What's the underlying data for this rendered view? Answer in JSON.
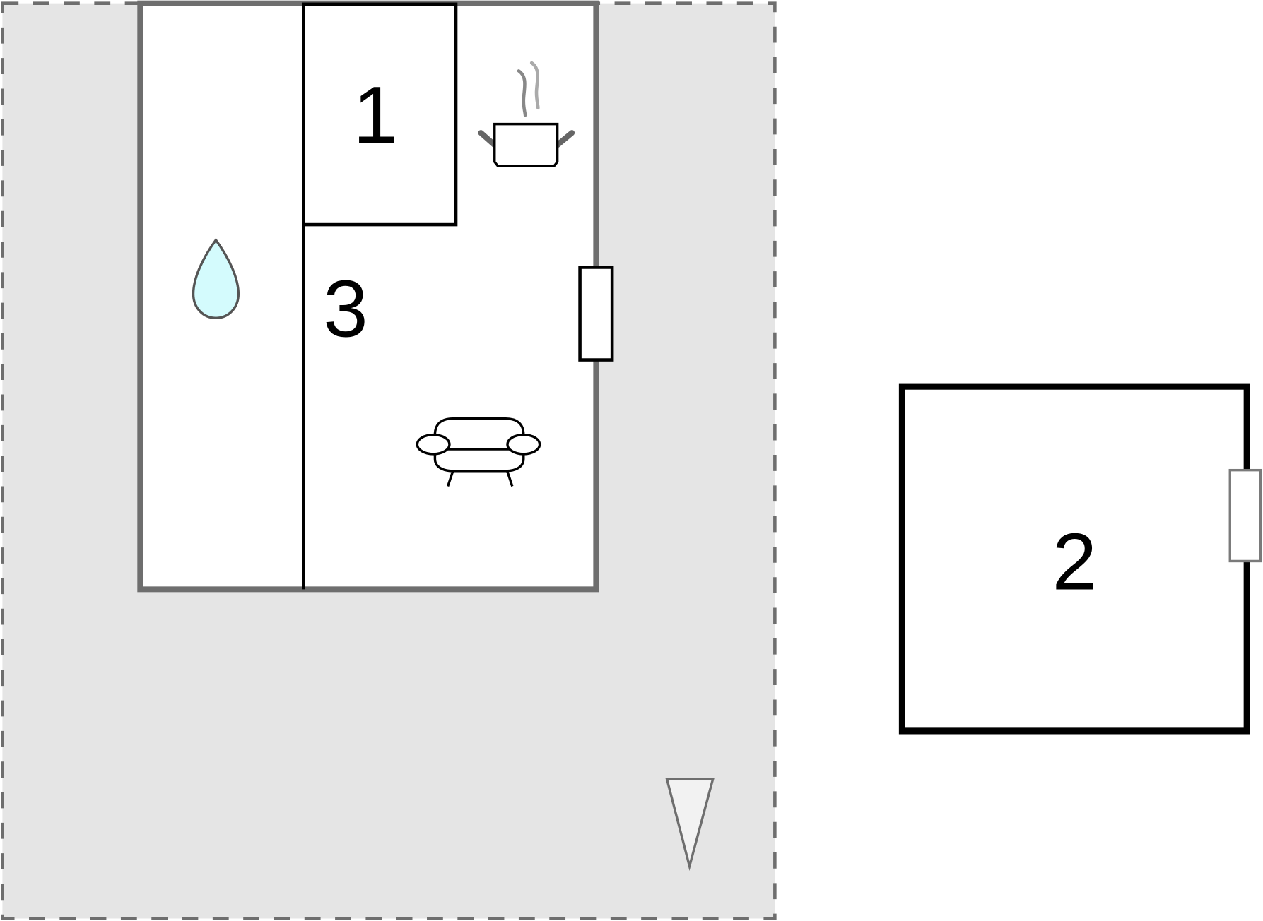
{
  "floorplan": {
    "rooms": [
      {
        "id": "room-1",
        "label": "1"
      },
      {
        "id": "room-2",
        "label": "2"
      },
      {
        "id": "room-3",
        "label": "3"
      }
    ],
    "icons": {
      "bathroom": "water-drop-icon",
      "kitchen": "cooking-pot-icon",
      "living": "sofa-icon",
      "north": "north-arrow-icon"
    },
    "colors": {
      "plot_fill": "#e5e5e5",
      "plot_border": "#6e6e6e",
      "building_wall": "#6e6e6e",
      "interior_wall": "#000000",
      "room_fill": "#ffffff",
      "water_fill": "#d4fbfd",
      "north_fill": "#f2f2f2"
    }
  }
}
